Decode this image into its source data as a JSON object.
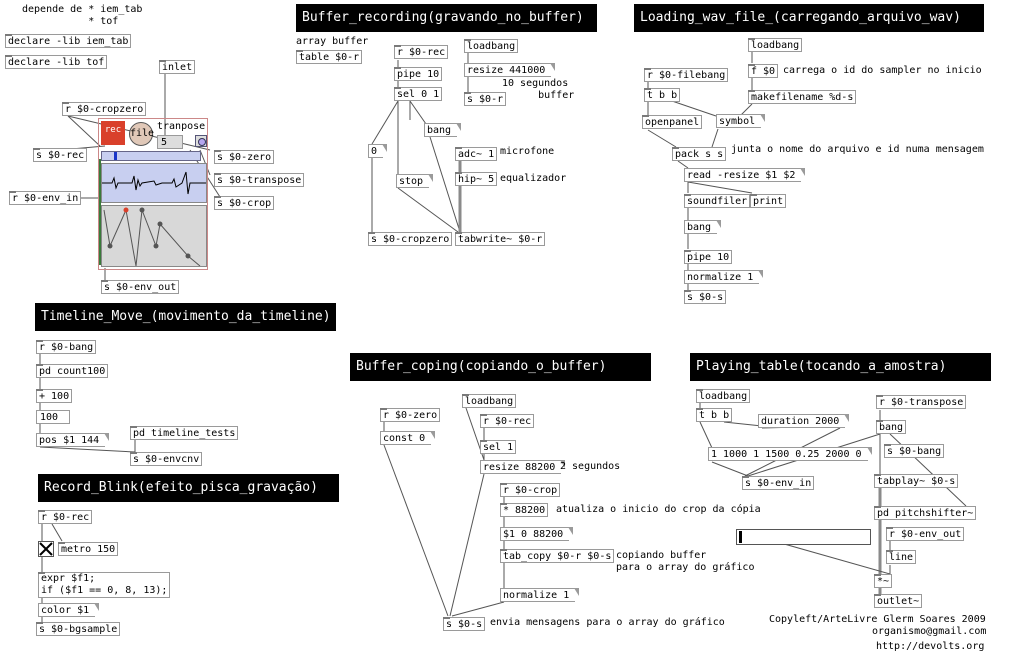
{
  "headers": {
    "buffer_recording": "Buffer_recording(gravando_no_buffer)",
    "loading_wav": "Loading_wav_file_(carregando_arquivo_wav)",
    "timeline_move": "Timeline_Move_(movimento_da_timeline)",
    "buffer_coping": "Buffer_coping(copiando_o_buffer)",
    "playing_table": "Playing_table(tocando_a_amostra)",
    "record_blink": "Record_Blink(efeito_pisca_gravação)"
  },
  "top_left": {
    "depende": "depende de * iem_tab\n           * tof",
    "declare_iem": "declare -lib iem_tab",
    "declare_tof": "declare -lib tof",
    "inlet": "inlet",
    "r_cropzero": "r $0-cropzero",
    "rec_button": "rec",
    "file_button": "file",
    "tranpose_label": "tranpose",
    "tranpose_value": "5",
    "s_rec": "s $0-rec",
    "s_zero": "s $0-zero",
    "s_transpose": "s $0-transpose",
    "s_crop": "s $0-crop",
    "r_env_in": "r $0-env_in",
    "s_env_out": "s $0-env_out"
  },
  "recording": {
    "array_label": "array buffer",
    "table": "table $0-r",
    "r_rec": "r $0-rec",
    "pipe": "pipe 10",
    "sel": "sel 0 1",
    "loadbang": "loadbang",
    "resize": "resize 441000",
    "seconds_comment": "10 segundos\n      buffer",
    "s_r": "s $0-r",
    "bang": "bang",
    "adc": "adc~ 1",
    "microfone": "microfone",
    "zero": "0",
    "hip": "hip~ 5",
    "equalizador": "equalizador",
    "stop": "stop",
    "s_cropzero": "s $0-cropzero",
    "tabwrite": "tabwrite~ $0-r"
  },
  "loading": {
    "loadbang": "loadbang",
    "r_filebang": "r $0-filebang",
    "f0": "f $0",
    "f0_comment": "carrega o id do sampler no inicio",
    "tbb": "t b b",
    "makefilename": "makefilename %d-s",
    "openpanel": "openpanel",
    "symbol": "symbol",
    "pack": "pack s s",
    "pack_comment": "junta o nome do arquivo e id numa mensagem",
    "read": "read -resize $1 $2",
    "soundfiler": "soundfiler",
    "print": "print",
    "bang": "bang",
    "pipe": "pipe 10",
    "normalize": "normalize 1",
    "s_s": "s $0-s"
  },
  "timeline": {
    "r_bang": "r $0-bang",
    "count": "pd count100",
    "plus": "+ 100",
    "num": "100",
    "pos": "pos $1 144",
    "tests": "pd timeline_tests",
    "s_envcnv": "s $0-envcnv"
  },
  "blink": {
    "r_rec": "r $0-rec",
    "metro": "metro 150",
    "expr": "expr $f1;\nif ($f1 == 0, 8, 13);",
    "color": "color $1",
    "s_bgsample": "s $0-bgsample"
  },
  "coping": {
    "r_zero": "r $0-zero",
    "const": "const 0",
    "loadbang": "loadbang",
    "r_rec": "r $0-rec",
    "sel": "sel 1",
    "resize": "resize 88200",
    "resize_comment": "2 segundos",
    "r_crop": "r $0-crop",
    "mult": "* 88200",
    "mult_comment": "atualiza o inicio do crop da cópia",
    "msg": "$1 0 88200",
    "tab_copy": "tab_copy $0-r $0-s",
    "tab_copy_comment": "copiando buffer\npara o array do gráfico",
    "normalize": "normalize 1",
    "s_s": "s $0-s",
    "s_s_comment": "envia mensagens para o array do gráfico"
  },
  "playing": {
    "loadbang": "loadbang",
    "tbb": "t b b",
    "duration": "duration 2000",
    "env_msg": "1 1000 1 1500 0.25 2000 0",
    "s_env_in": "s $0-env_in",
    "r_transpose": "r $0-transpose",
    "bang": "bang",
    "s_bang": "s $0-bang",
    "tabplay": "tabplay~ $0-s",
    "pitchshifter": "pd pitchshifter~",
    "r_env_out": "r $0-env_out",
    "line": "line",
    "mult": "*~",
    "outlet": "outlet~"
  },
  "credits": {
    "copyleft": "Copyleft/ArteLivre Glerm Soares 2009",
    "email": "organismo@gmail.com",
    "url": "http://devolts.org"
  },
  "colors": {
    "rec_red": "#d9402b",
    "wire": "#555555",
    "signal_wire": "#8a8a8a",
    "gui_blue": "#c8cff0",
    "envelope_gray": "#d8d8d8"
  }
}
